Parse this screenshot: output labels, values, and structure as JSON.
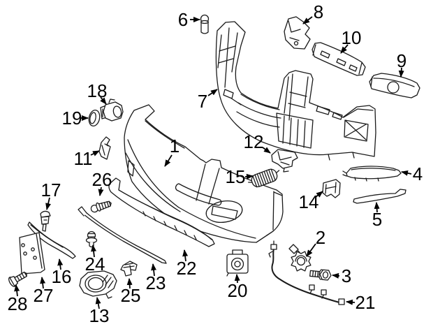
{
  "figure": {
    "background_color": "#ffffff",
    "line_color": "#1a1a1a",
    "label_color": "#000000"
  },
  "callouts": {
    "1": {
      "text": "1"
    },
    "2": {
      "text": "2"
    },
    "3": {
      "text": "3"
    },
    "4": {
      "text": "4"
    },
    "5": {
      "text": "5"
    },
    "6": {
      "text": "6"
    },
    "7": {
      "text": "7"
    },
    "8": {
      "text": "8"
    },
    "9": {
      "text": "9"
    },
    "10": {
      "text": "10"
    },
    "11": {
      "text": "11"
    },
    "12": {
      "text": "12"
    },
    "13": {
      "text": "13"
    },
    "14": {
      "text": "14"
    },
    "15": {
      "text": "15"
    },
    "16": {
      "text": "16"
    },
    "17": {
      "text": "17"
    },
    "18": {
      "text": "18"
    },
    "19": {
      "text": "19"
    },
    "20": {
      "text": "20"
    },
    "21": {
      "text": "21"
    },
    "22": {
      "text": "22"
    },
    "23": {
      "text": "23"
    },
    "24": {
      "text": "24"
    },
    "25": {
      "text": "25"
    },
    "26": {
      "text": "26"
    },
    "27": {
      "text": "27"
    },
    "28": {
      "text": "28"
    }
  }
}
